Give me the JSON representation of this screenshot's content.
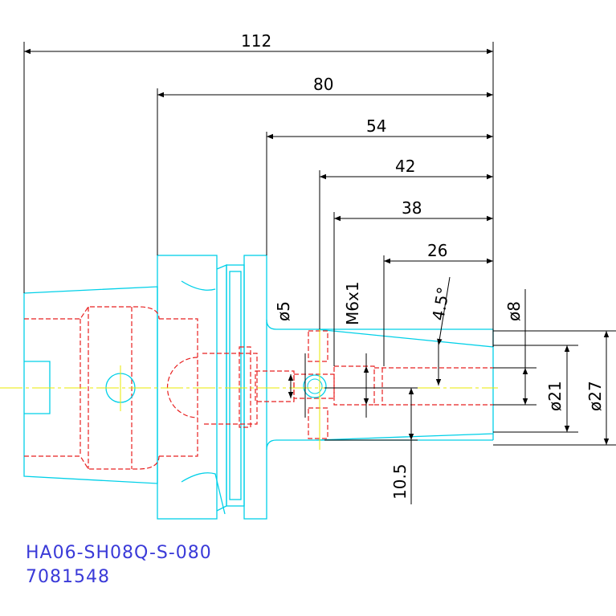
{
  "drawing": {
    "dimensions": {
      "d112": "112",
      "d80": "80",
      "d54": "54",
      "d42": "42",
      "d38": "38",
      "d26": "26",
      "dia5": "ø5",
      "thread": "M6x1",
      "angle": "4.5°",
      "dia8": "ø8",
      "dia21": "ø21",
      "dia27": "ø27",
      "d10_5": "10.5"
    },
    "part_number": "HA06-SH08Q-S-080",
    "order_number": "7081548",
    "colors": {
      "outline": "#00d0e8",
      "hidden": "#e82020",
      "center": "#e8e800",
      "dimension": "#000000",
      "caption": "#3a3ad8"
    }
  }
}
